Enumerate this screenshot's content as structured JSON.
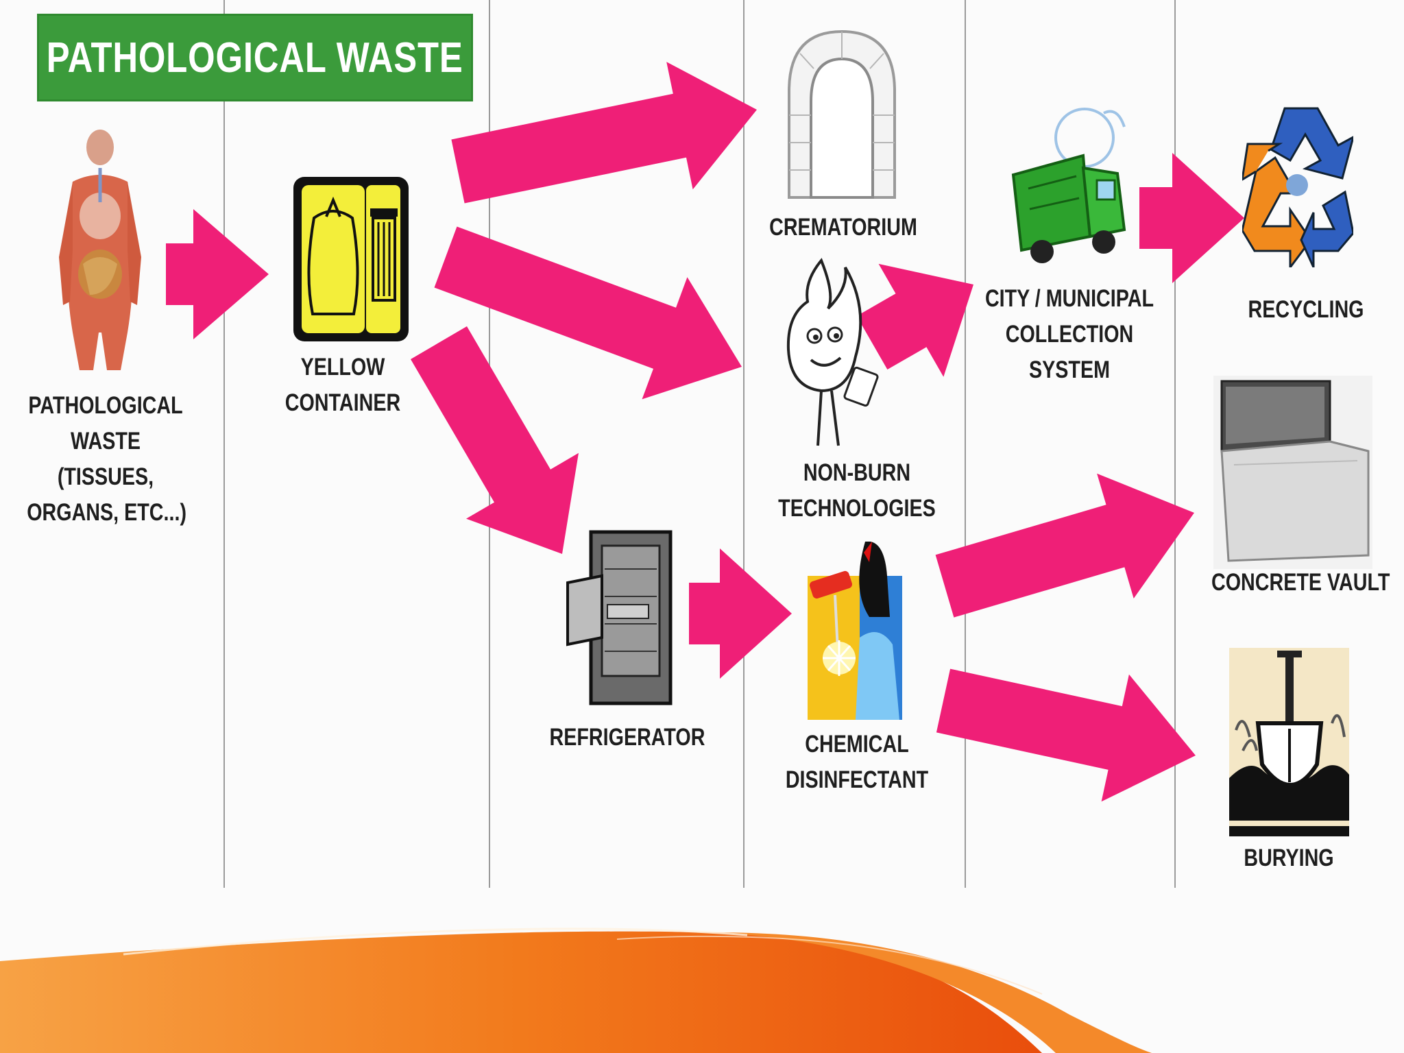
{
  "title": "PATHOLOGICAL WASTE",
  "nodes": {
    "pathological_waste": [
      "PATHOLOGICAL",
      "WASTE",
      "(TISSUES,",
      "ORGANS, ETC...)"
    ],
    "yellow_container": [
      "YELLOW",
      "CONTAINER"
    ],
    "refrigerator": [
      "REFRIGERATOR"
    ],
    "crematorium": [
      "CREMATORIUM"
    ],
    "non_burn": [
      "NON-BURN",
      "TECHNOLOGIES"
    ],
    "chemical": [
      "CHEMICAL",
      "DISINFECTANT"
    ],
    "city": [
      "CITY /  MUNICIPAL",
      "COLLECTION",
      "SYSTEM"
    ],
    "recycling": [
      "RECYCLING"
    ],
    "concrete_vault": [
      "CONCRETE  VAULT"
    ],
    "burying": [
      "BURYING"
    ]
  },
  "edges": [
    [
      "pathological_waste",
      "yellow_container"
    ],
    [
      "yellow_container",
      "crematorium"
    ],
    [
      "yellow_container",
      "non_burn"
    ],
    [
      "yellow_container",
      "refrigerator"
    ],
    [
      "refrigerator",
      "chemical"
    ],
    [
      "non_burn",
      "city"
    ],
    [
      "city",
      "recycling"
    ],
    [
      "chemical",
      "concrete_vault"
    ],
    [
      "chemical",
      "burying"
    ]
  ],
  "colors": {
    "arrow": "#ef1f77",
    "title_bg": "#3b9b3b",
    "title_text": "#ffffff",
    "wave_orange": "#f06a14"
  },
  "icons": {
    "pathological_waste": "human-anatomy-icon",
    "yellow_container": "yellow-bag-container-icon",
    "refrigerator": "refrigerator-icon",
    "crematorium": "crematorium-arch-icon",
    "non_burn": "flame-character-icon",
    "chemical": "chemical-pouring-icon",
    "city": "garbage-truck-icon",
    "recycling": "recycling-icon",
    "concrete_vault": "concrete-vault-icon",
    "burying": "shovel-burying-icon"
  }
}
